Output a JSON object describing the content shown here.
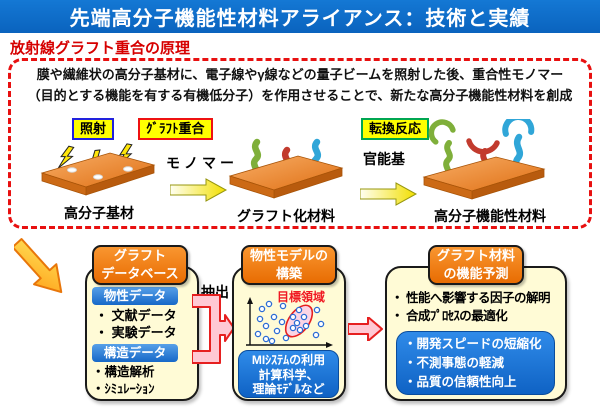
{
  "header": {
    "title": "先端高分子機能性材料アライアンス：技術と実績"
  },
  "section_title": "放射線グラフト重合の原理",
  "principle": {
    "description_line1": "膜や繊維状の高分子基材に、電子線やγ線などの量子ビームを照射した後、重合性モノマー",
    "description_line2": "（目的とする機能を有する有機低分子）を作用させることで、新たな高分子機能性材料を創成",
    "steps": {
      "irradiation": "照射",
      "graft": "ｸﾞﾗﾌﾄ重合",
      "conversion": "転換反応"
    },
    "monomer_label": "モノマー",
    "functional_group_label": "官能基",
    "materials": [
      "高分子基材",
      "グラフト化材料",
      "高分子機能性材料"
    ]
  },
  "flow": {
    "extract_label": "抽出",
    "box1": {
      "title_line1": "グラフト",
      "title_line2": "データベース",
      "group1": {
        "label": "物性データ",
        "items": [
          "・ 文献データ",
          "・ 実験データ"
        ]
      },
      "group2": {
        "label": "構造データ",
        "items": [
          "・構造解析",
          "・ｼﾐｭﾚｰｼｮﾝ"
        ]
      }
    },
    "box2": {
      "title_line1": "物性モデルの",
      "title_line2": "構築",
      "target_label": "目標領域",
      "method_lines": [
        "MIｼｽﾃﾑの利用",
        "計算科学、",
        "理論ﾓﾃﾞﾙなど"
      ]
    },
    "box3": {
      "title_line1": "グラフト材料",
      "title_line2": "の機能予測",
      "items": [
        "・ 性能へ影響する因子の解明",
        "・ 合成ﾌﾟﾛｾｽの最適化"
      ],
      "benefits": [
        "・開発スピードの短縮化",
        "・不測事態の軽減",
        "・品質の信頼性向上"
      ]
    }
  },
  "colors": {
    "banner_blue": "#0B6CC8",
    "heading_red": "#D60000",
    "dashed_red": "#E81010",
    "step_yellow": "#FFFF00",
    "box_cream": "#FFFBD6",
    "header_orange": "#EF7A14",
    "label_blue": "#1E78D7",
    "arrow_pink": "#FFC9D4",
    "arrow_red": "#E62020",
    "slab_orange": "#E4731C",
    "target_red": "#F01822"
  }
}
